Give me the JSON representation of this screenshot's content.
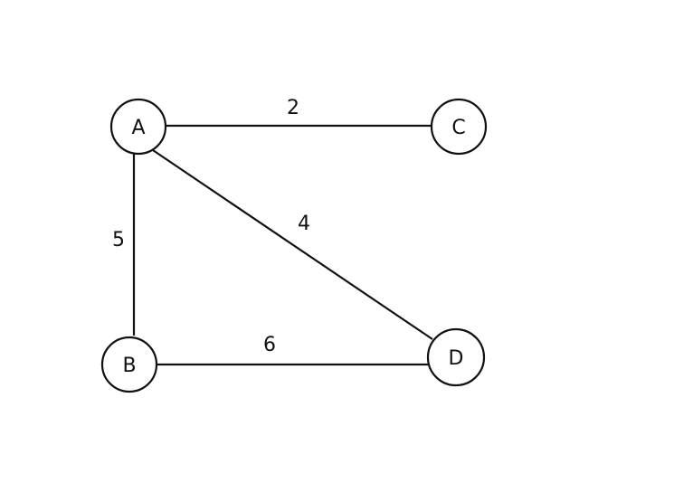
{
  "graph": {
    "nodes": [
      {
        "id": "A",
        "label": "A"
      },
      {
        "id": "B",
        "label": "B"
      },
      {
        "id": "C",
        "label": "C"
      },
      {
        "id": "D",
        "label": "D"
      }
    ],
    "edges": [
      {
        "from": "A",
        "to": "C",
        "weight": "2"
      },
      {
        "from": "A",
        "to": "B",
        "weight": "5"
      },
      {
        "from": "A",
        "to": "D",
        "weight": "4"
      },
      {
        "from": "B",
        "to": "D",
        "weight": "6"
      }
    ],
    "colors": {
      "stroke": "#111111",
      "node_fill": "#ffffff",
      "background": "#ffffff"
    }
  }
}
